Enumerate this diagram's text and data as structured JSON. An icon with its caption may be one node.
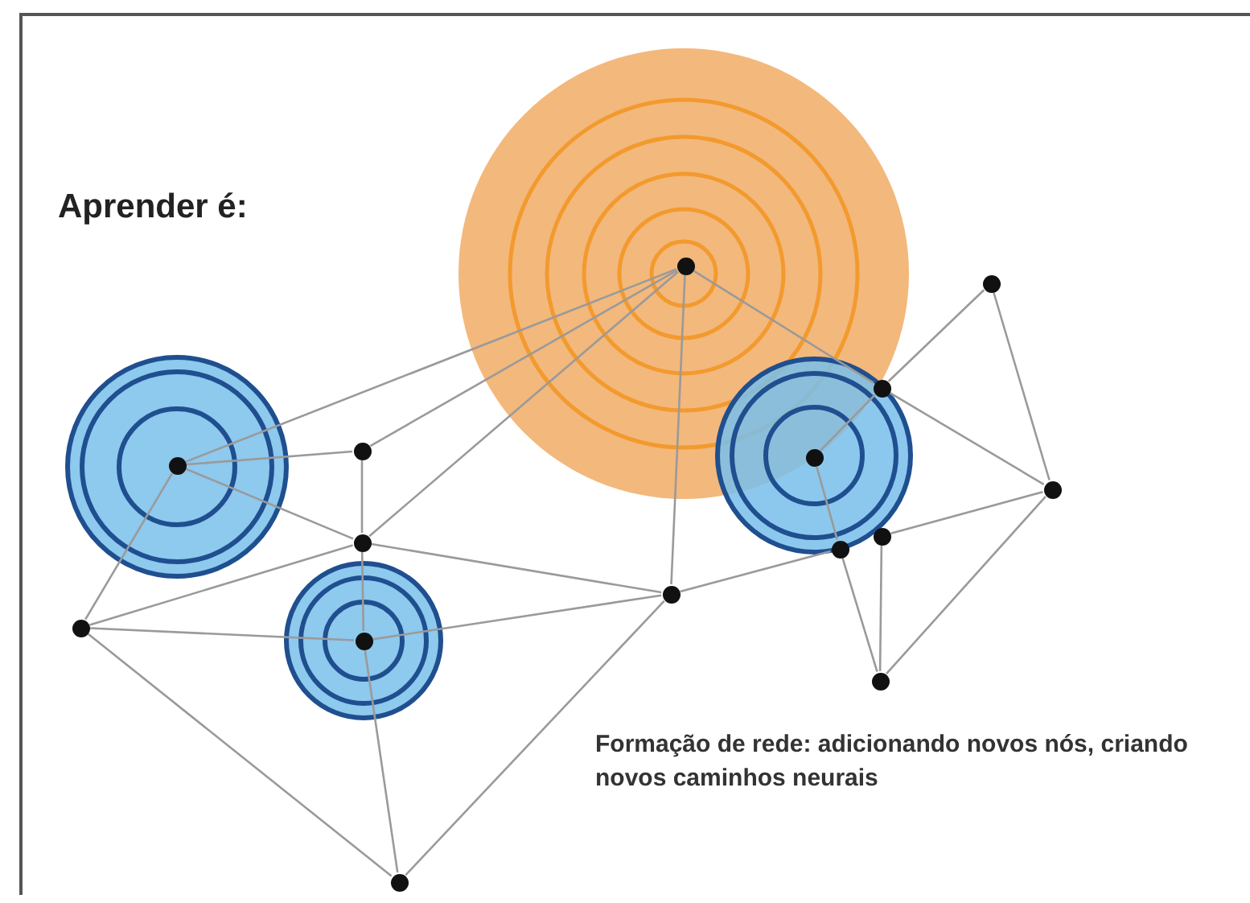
{
  "diagram": {
    "title": "Aprender é:",
    "nodes": [
      {
        "text": [],
        "shape": "circle"
      },
      {
        "text": [],
        "shape": "circle"
      },
      {
        "text": [],
        "shape": "circle"
      },
      {
        "text": [],
        "shape": "circle"
      },
      {
        "text": [],
        "shape": "circle"
      },
      {
        "text": [],
        "shape": "circle"
      },
      {
        "text": [],
        "shape": "circle"
      },
      {
        "text": [],
        "shape": "circle"
      },
      {
        "text": [],
        "shape": "circle"
      },
      {
        "text": [],
        "shape": "circle"
      },
      {
        "text": [],
        "shape": "circle"
      },
      {
        "text": [],
        "shape": "circle"
      },
      {
        "text": [],
        "shape": "circle"
      },
      {
        "text": [],
        "shape": "circle"
      },
      {
        "text": [],
        "shape": "circle"
      }
    ],
    "edges": [
      {
        "from": 0,
        "to": 5,
        "arrow": "none"
      },
      {
        "from": 0,
        "to": 3,
        "arrow": "none"
      },
      {
        "from": 0,
        "to": 8,
        "arrow": "none"
      },
      {
        "from": 0,
        "to": 10,
        "arrow": "none"
      },
      {
        "from": 0,
        "to": 2,
        "arrow": "none"
      },
      {
        "from": 5,
        "to": 3,
        "arrow": "none"
      },
      {
        "from": 5,
        "to": 8,
        "arrow": "none"
      },
      {
        "from": 5,
        "to": 11,
        "arrow": "none"
      },
      {
        "from": 3,
        "to": 8,
        "arrow": "none"
      },
      {
        "from": 8,
        "to": 10,
        "arrow": "none"
      },
      {
        "from": 8,
        "to": 11,
        "arrow": "none"
      },
      {
        "from": 8,
        "to": 12,
        "arrow": "none"
      },
      {
        "from": 11,
        "to": 12,
        "arrow": "none"
      },
      {
        "from": 11,
        "to": 14,
        "arrow": "none"
      },
      {
        "from": 12,
        "to": 14,
        "arrow": "none"
      },
      {
        "from": 12,
        "to": 10,
        "arrow": "none"
      },
      {
        "from": 10,
        "to": 14,
        "arrow": "none"
      },
      {
        "from": 10,
        "to": 9,
        "arrow": "none"
      },
      {
        "from": 7,
        "to": 6,
        "arrow": "none"
      },
      {
        "from": 4,
        "to": 9,
        "arrow": "none"
      },
      {
        "from": 4,
        "to": 2,
        "arrow": "none"
      },
      {
        "from": 2,
        "to": 1,
        "arrow": "none"
      },
      {
        "from": 2,
        "to": 6,
        "arrow": "none"
      },
      {
        "from": 1,
        "to": 6,
        "arrow": "none"
      },
      {
        "from": 9,
        "to": 13,
        "arrow": "none"
      },
      {
        "from": 7,
        "to": 13,
        "arrow": "none"
      },
      {
        "from": 6,
        "to": 13,
        "arrow": "none"
      }
    ],
    "labels": [
      "Formação de rede: adicionando novos nós, criando novos caminhos neurais"
    ]
  }
}
